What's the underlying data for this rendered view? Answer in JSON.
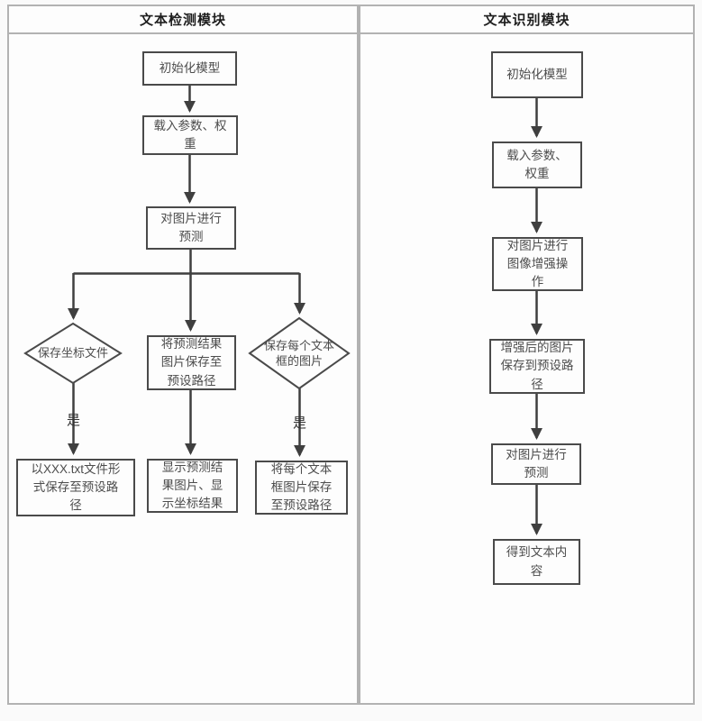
{
  "colors": {
    "panel_border": "#b2b2b2",
    "node_border": "#4a4a4a",
    "node_text": "#4c4c4c",
    "arrow": "#3f3f3f",
    "title_text": "#1e1e1e",
    "background": "#fafafa"
  },
  "detection": {
    "title": "文本检测模块",
    "nodes": {
      "init": "初始化模型",
      "load": "载入参数、权\n重",
      "predict": "对图片进行\n预测",
      "decision_save_coords": "保存坐标文件",
      "save_result_image": "将预测结果\n图片保存至\n预设路径",
      "decision_save_boxes": "保存每个文本\n框的图片",
      "yes_left": "是",
      "yes_right": "是",
      "save_txt_file": "以XXX.txt文件形\n式保存至预设路\n径",
      "show_results": "显示预测结\n果图片、显\n示坐标结果",
      "save_box_images": "将每个文本\n框图片保存\n至预设路径"
    }
  },
  "recognition": {
    "title": "文本识别模块",
    "nodes": {
      "init": "初始化模型",
      "load": "载入参数、\n权重",
      "enhance": "对图片进行\n图像增强操\n作",
      "save_enhanced": "增强后的图片\n保存到预设路\n径",
      "predict": "对图片进行\n预测",
      "get_text": "得到文本内\n容"
    }
  }
}
